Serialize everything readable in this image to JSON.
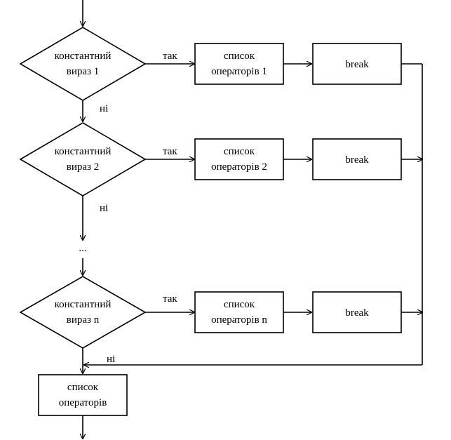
{
  "decisions": [
    {
      "line1": "константний",
      "line2": "вираз 1",
      "yes_label": "так",
      "no_label": "ні",
      "action_line1": "список",
      "action_line2": "операторів 1",
      "break_label": "break"
    },
    {
      "line1": "константний",
      "line2": "вираз 2",
      "yes_label": "так",
      "no_label": "ні",
      "action_line1": "список",
      "action_line2": "операторів 2",
      "break_label": "break"
    },
    {
      "line1": "константний",
      "line2": "вираз n",
      "yes_label": "так",
      "no_label": "ні",
      "action_line1": "список",
      "action_line2": "операторів n",
      "break_label": "break"
    }
  ],
  "ellipsis": "...",
  "final_block": {
    "line1": "список",
    "line2": "операторів"
  }
}
